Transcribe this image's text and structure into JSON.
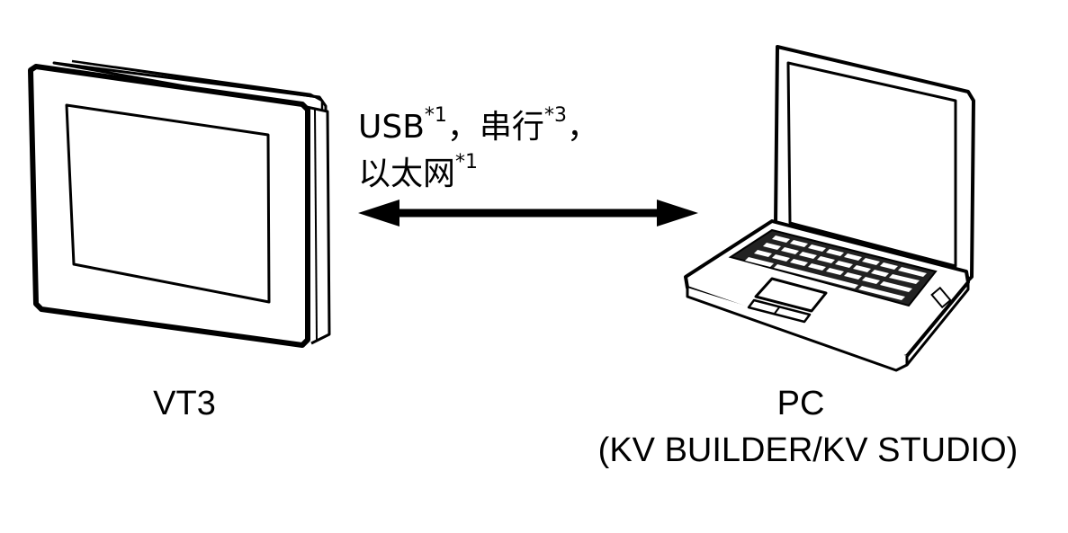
{
  "connection": {
    "usb": "USB",
    "usb_note": "*1",
    "sep1": "，",
    "serial": "串行",
    "serial_note": "*3",
    "sep2": "，",
    "ethernet": "以太网",
    "ethernet_note": "*1"
  },
  "devices": {
    "vt3_label": "VT3",
    "pc_label": "PC",
    "pc_software": "(KV BUILDER/KV STUDIO)"
  },
  "icons": {
    "display": "touch-panel-display-icon",
    "laptop": "laptop-computer-icon",
    "arrow": "double-headed-arrow-icon"
  }
}
